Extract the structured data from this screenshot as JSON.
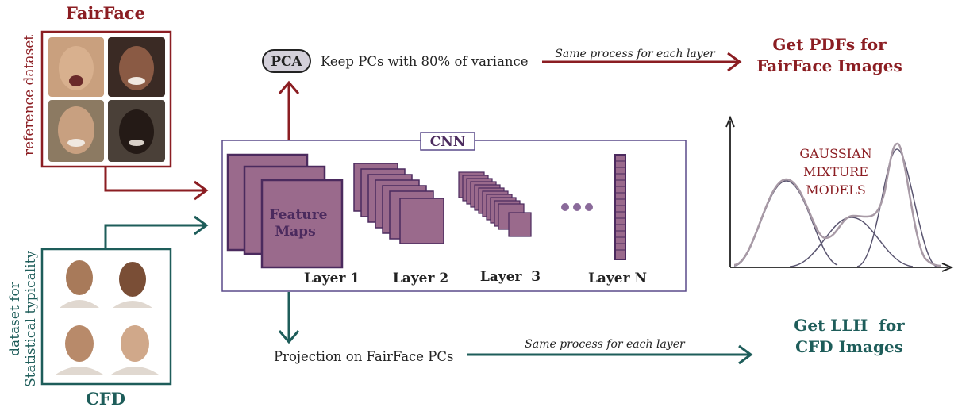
{
  "reference": {
    "title": "FairFace",
    "side_label": "reference dataset"
  },
  "target": {
    "title": "CFD",
    "side_label_line1": "dataset for",
    "side_label_line2": "Statistical typicality"
  },
  "cnn": {
    "label": "CNN",
    "feature_maps_line1": "Feature",
    "feature_maps_line2": "Maps",
    "layers": [
      "Layer 1",
      "Layer 2",
      "Layer  3",
      "Layer N"
    ]
  },
  "top_flow": {
    "pca_label": "PCA",
    "pca_text": "Keep PCs with 80% of variance",
    "arrow_label": "Same process for each layer",
    "result_line1": "Get PDFs for",
    "result_line2": "FairFace Images"
  },
  "bottom_flow": {
    "projection_text": "Projection on FairFace PCs",
    "arrow_label": "Same process for each layer",
    "result_line1": "Get LLH  for",
    "result_line2": "CFD Images"
  },
  "gmm": {
    "label_line1": "GAUSSIAN",
    "label_line2": "MIXTURE",
    "label_line3": "MODELS"
  },
  "colors": {
    "red": "#8b1d22",
    "teal": "#1e5d5a",
    "purple_fill": "#9a6a8c",
    "purple_stroke": "#4b2a5e",
    "box_stroke": "#5a4a8a",
    "curve_light": "#a89aa6",
    "curve_dark": "#5a5570"
  }
}
